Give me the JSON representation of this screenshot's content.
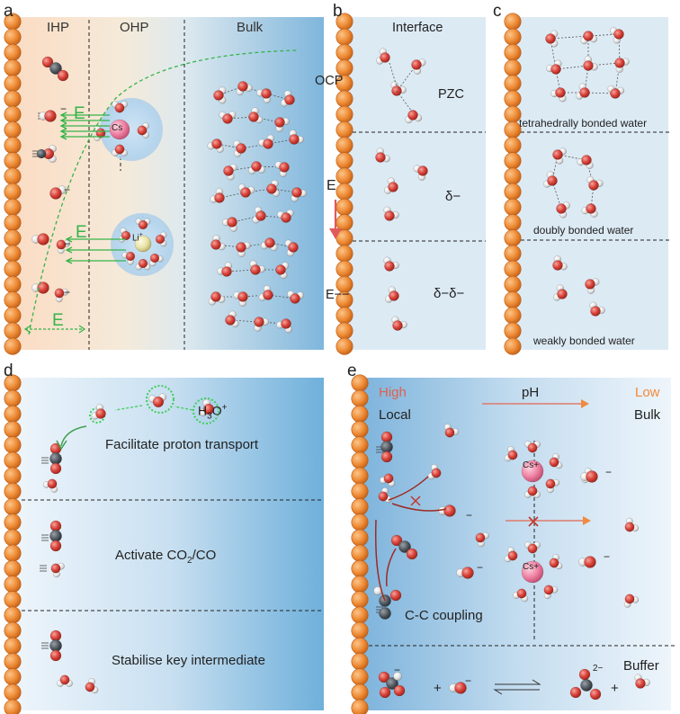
{
  "panel_letters": [
    "a",
    "b",
    "c",
    "d",
    "e"
  ],
  "panel_a": {
    "zones": [
      "IHP",
      "OHP",
      "Bulk"
    ],
    "field_label": "E",
    "cation_top": "Cs",
    "cation_bottom": "Li",
    "cation_bottom_charge": "+",
    "anion_sign": "−"
  },
  "panel_b": {
    "title": "Interface",
    "rows": [
      "OCP",
      "E",
      "E−−"
    ],
    "row_right": [
      "PZC",
      "δ−",
      "δ−δ−"
    ]
  },
  "panel_c": {
    "captions": [
      "tetrahedrally bonded water",
      "doubly bonded water",
      "weakly bonded water"
    ]
  },
  "panel_d": {
    "hydronium": "H3O+",
    "captions": [
      "Facilitate proton transport",
      "Activate CO2/CO",
      "Stabilise key intermediate"
    ]
  },
  "panel_e": {
    "high": "High",
    "local": "Local",
    "ph": "pH",
    "low": "Low",
    "bulk": "Bulk",
    "cation": "Cs+",
    "coupling": "C-C coupling",
    "buffer": "Buffer",
    "plus": "+",
    "carbonate_charge": "2−",
    "minus": "−"
  },
  "colors": {
    "electrode": "#e8862e",
    "oxygen": "#d8433a",
    "hydrogen": "#e6e6e6",
    "carbon": "#555b63",
    "field_green": "#35b449",
    "arrow_red": "#e05a5a",
    "arrow_orange": "#f08a3c",
    "dark_red_arrow": "#9b2b22"
  }
}
